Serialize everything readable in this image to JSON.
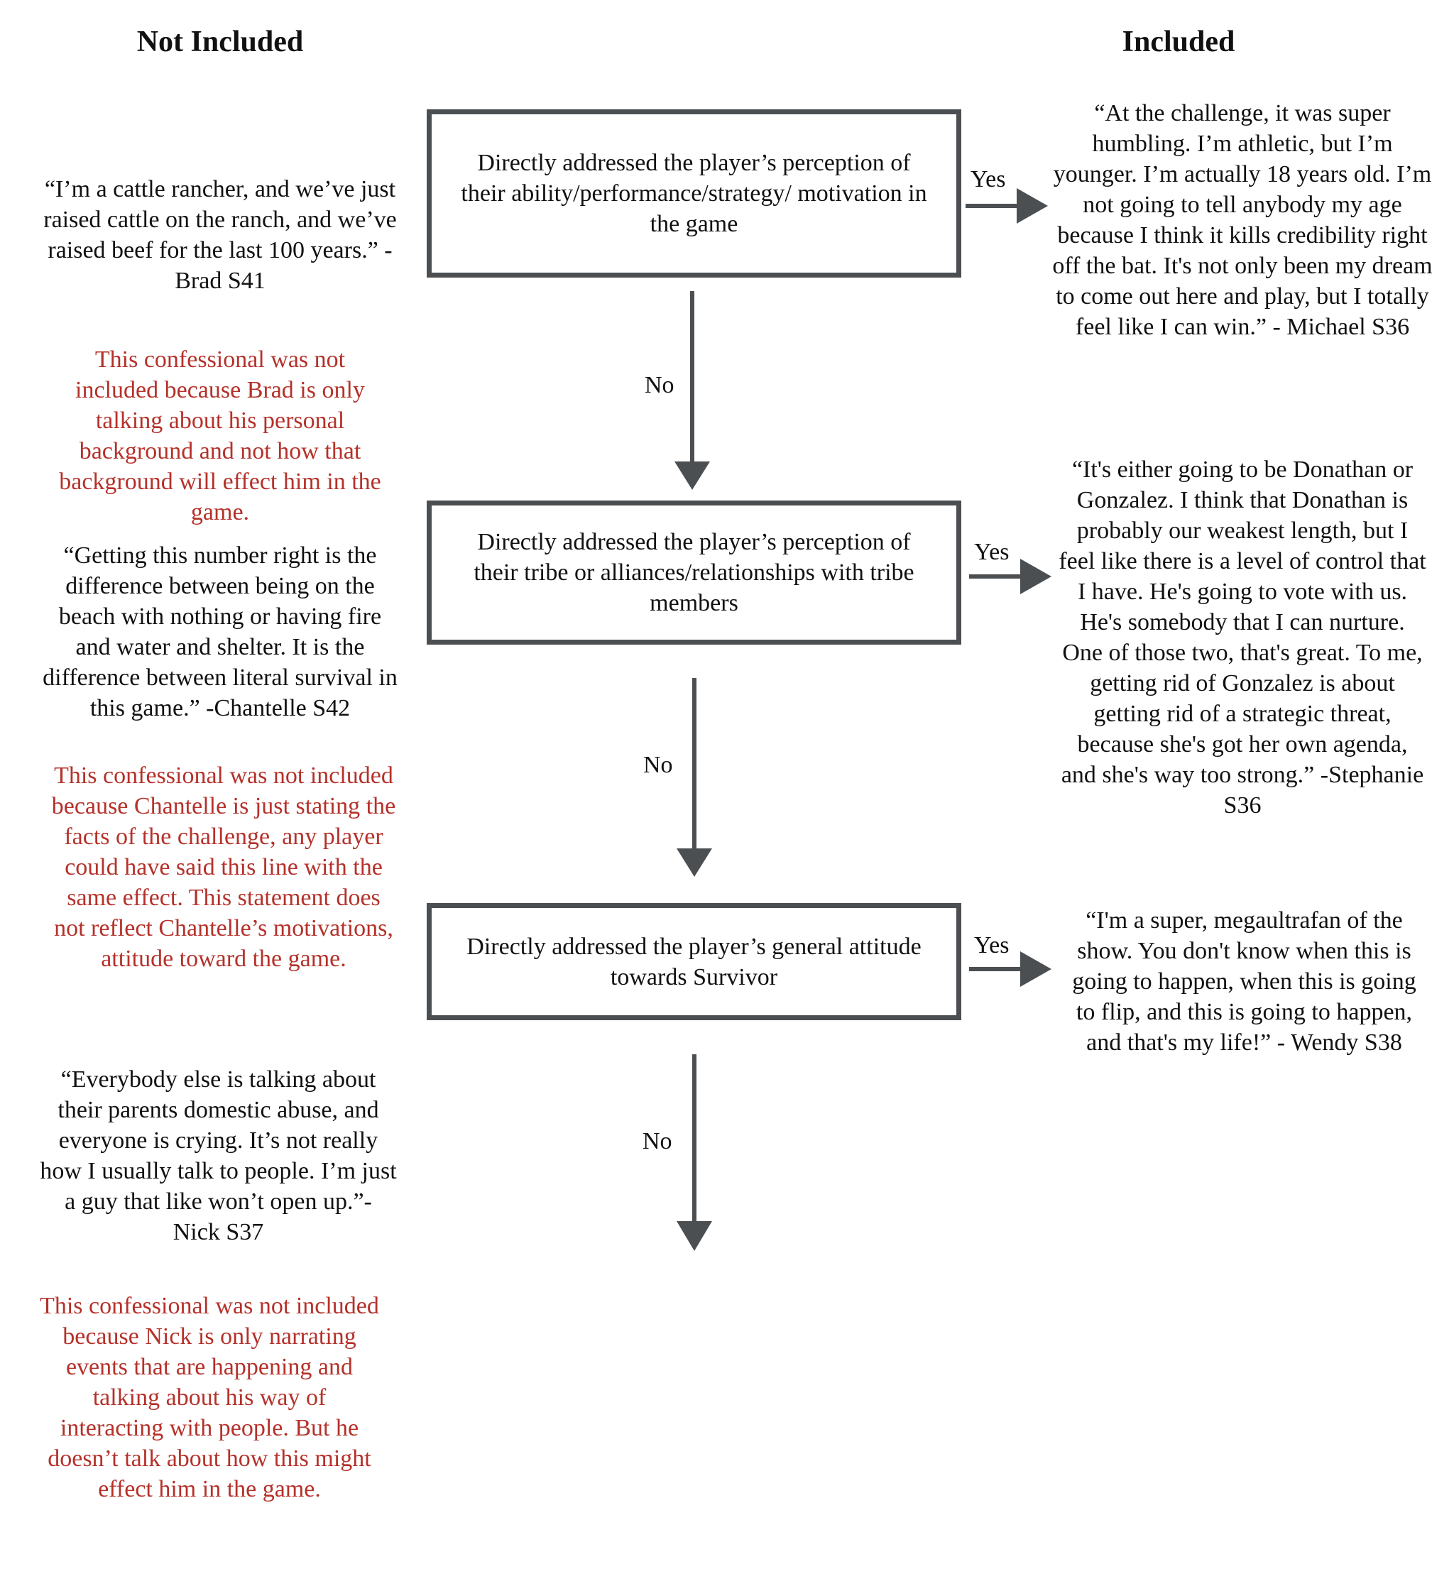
{
  "headings": {
    "not_included": "Not Included",
    "included": "Included"
  },
  "boxes": [
    "Directly addressed the player’s perception of their ability/performance/strategy/ motivation in the game",
    "Directly addressed the player’s perception of their tribe or alliances/relationships with tribe members",
    "Directly addressed the player’s general attitude towards Survivor"
  ],
  "labels": {
    "yes": "Yes",
    "no": "No"
  },
  "not_included_quotes": [
    "“I’m a cattle rancher, and we’ve just raised cattle on the ranch, and we’ve raised beef for the last 100 years.” - Brad S41",
    "“Getting this number right is the difference between being on the beach with nothing or having fire and water and shelter. It is the difference between literal survival in this game.” -Chantelle S42",
    "“Everybody else is talking about their parents domestic abuse, and everyone is crying. It’s not really how I usually talk to people. I’m just a guy that like won’t open up.”- Nick S37"
  ],
  "not_included_reasons": [
    "This confessional was not included because Brad is only talking about his personal background and not how that background will effect him in the game.",
    "This confessional was not included because Chantelle is just stating the facts of the challenge, any player could have said this line with the same effect. This statement does not reflect Chantelle’s motivations, attitude toward the game.",
    "This confessional was not included because Nick is only narrating events that are happening and talking about his way of interacting with people. But he doesn’t talk about how this might effect him in the game."
  ],
  "included_quotes": [
    "“At the challenge, it was super humbling. I’m athletic, but I’m younger. I’m actually 18 years old. I’m not going to tell anybody my age because I think it kills credibility right off the bat. It's not only been my dream to come out here and play, but I totally feel like I can win.” - Michael S36",
    "“It's either going to be Donathan or Gonzalez. I think that Donathan is probably our weakest length, but I feel like there is a level of control that I have. He's going to vote with us. He's somebody that I can nurture. One of those two, that's great. To me, getting rid of Gonzalez is about getting rid of a strategic threat, because she's got her own agenda, and she's way too strong.” -Stephanie S36",
    "“I'm a super, megaultrafan of the show. You don't know when this is going to happen, when this is going to flip, and this is going to happen, and that's my life!” - Wendy S38"
  ],
  "colors": {
    "arrow": "#4c4f52",
    "reason_text": "#b5312a"
  }
}
